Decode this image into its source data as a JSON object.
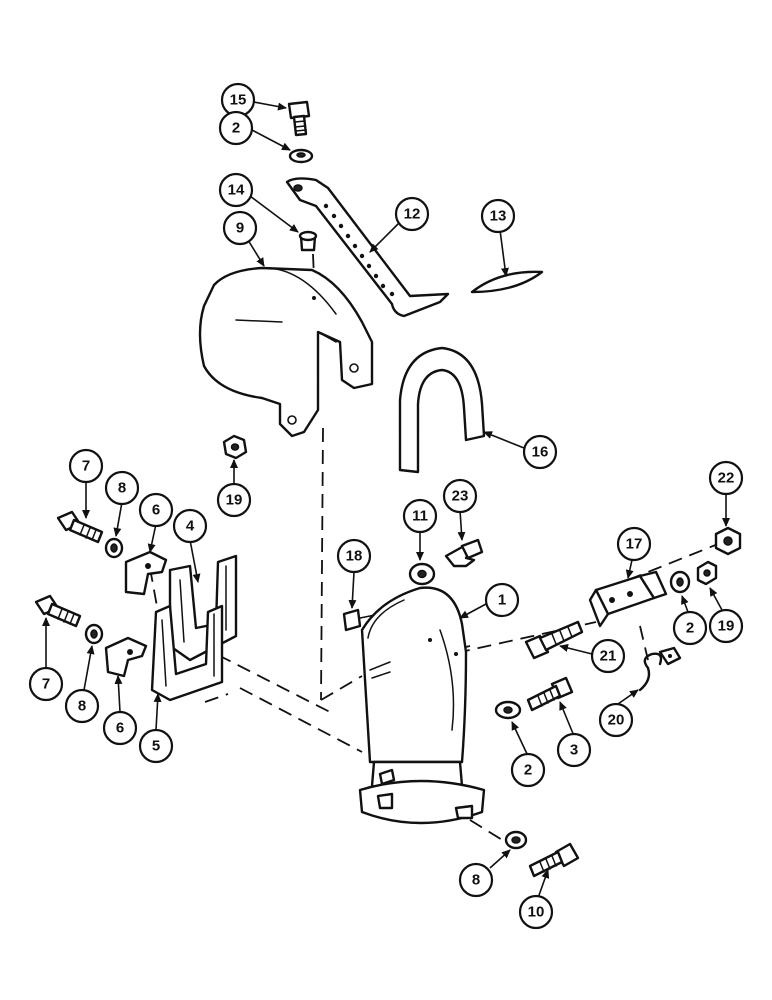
{
  "callouts": {
    "c15": "15",
    "c2a": "2",
    "c14": "14",
    "c12": "12",
    "c13": "13",
    "c9": "9",
    "c16": "16",
    "c19a": "19",
    "c7a": "7",
    "c8a": "8",
    "c6a": "6",
    "c4": "4",
    "c7b": "7",
    "c8b": "8",
    "c6b": "6",
    "c5": "5",
    "c18": "18",
    "c11": "11",
    "c23": "23",
    "c1": "1",
    "c17": "17",
    "c22": "22",
    "c2b": "2",
    "c19b": "19",
    "c21": "21",
    "c20": "20",
    "c3": "3",
    "c2c": "2",
    "c8c": "8",
    "c10": "10"
  }
}
